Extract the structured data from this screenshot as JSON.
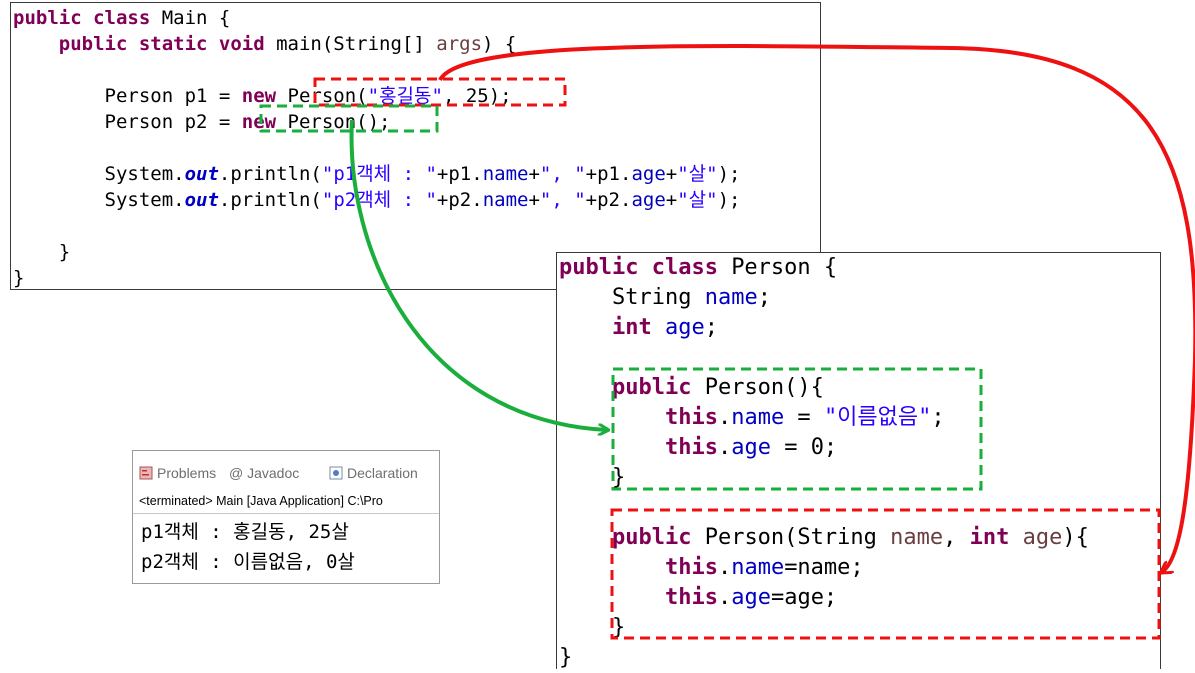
{
  "main_class": {
    "lines": [
      [
        {
          "t": "public class ",
          "s": "kw"
        },
        {
          "t": "Main {",
          "s": "plain"
        }
      ],
      [
        {
          "t": "    public static void ",
          "s": "kw"
        },
        {
          "t": "main(String[] ",
          "s": "plain"
        },
        {
          "t": "args",
          "s": "par"
        },
        {
          "t": ") {",
          "s": "plain"
        }
      ],
      [
        {
          "t": "",
          "s": "plain"
        }
      ],
      [
        {
          "t": "        Person p1 = ",
          "s": "plain"
        },
        {
          "t": "new",
          "s": "kw"
        },
        {
          "t": " Person(",
          "s": "plain"
        },
        {
          "t": "\"홍길동\"",
          "s": "str"
        },
        {
          "t": ", 25);",
          "s": "plain"
        }
      ],
      [
        {
          "t": "        Person p2 = ",
          "s": "plain"
        },
        {
          "t": "new",
          "s": "kw"
        },
        {
          "t": " Person();",
          "s": "plain"
        }
      ],
      [
        {
          "t": "",
          "s": "plain"
        }
      ],
      [
        {
          "t": "        System.",
          "s": "plain"
        },
        {
          "t": "out",
          "s": "ital"
        },
        {
          "t": ".println(",
          "s": "plain"
        },
        {
          "t": "\"p1객체 : \"",
          "s": "str"
        },
        {
          "t": "+p1.",
          "s": "plain"
        },
        {
          "t": "name",
          "s": "fld"
        },
        {
          "t": "+",
          "s": "plain"
        },
        {
          "t": "\", \"",
          "s": "str"
        },
        {
          "t": "+p1.",
          "s": "plain"
        },
        {
          "t": "age",
          "s": "fld"
        },
        {
          "t": "+",
          "s": "plain"
        },
        {
          "t": "\"살\"",
          "s": "str"
        },
        {
          "t": ");",
          "s": "plain"
        }
      ],
      [
        {
          "t": "        System.",
          "s": "plain"
        },
        {
          "t": "out",
          "s": "ital"
        },
        {
          "t": ".println(",
          "s": "plain"
        },
        {
          "t": "\"p2객체 : \"",
          "s": "str"
        },
        {
          "t": "+p2.",
          "s": "plain"
        },
        {
          "t": "name",
          "s": "fld"
        },
        {
          "t": "+",
          "s": "plain"
        },
        {
          "t": "\", \"",
          "s": "str"
        },
        {
          "t": "+p2.",
          "s": "plain"
        },
        {
          "t": "age",
          "s": "fld"
        },
        {
          "t": "+",
          "s": "plain"
        },
        {
          "t": "\"살\"",
          "s": "str"
        },
        {
          "t": ");",
          "s": "plain"
        }
      ],
      [
        {
          "t": "",
          "s": "plain"
        }
      ],
      [
        {
          "t": "    }",
          "s": "plain"
        }
      ],
      [
        {
          "t": "}",
          "s": "plain"
        }
      ]
    ]
  },
  "person_class": {
    "lines": [
      [
        {
          "t": "public class ",
          "s": "kw"
        },
        {
          "t": "Person {",
          "s": "plain"
        }
      ],
      [
        {
          "t": "    String ",
          "s": "plain"
        },
        {
          "t": "name",
          "s": "fld"
        },
        {
          "t": ";",
          "s": "plain"
        }
      ],
      [
        {
          "t": "    int ",
          "s": "kw"
        },
        {
          "t": "age",
          "s": "fld"
        },
        {
          "t": ";",
          "s": "plain"
        }
      ],
      [
        {
          "t": "",
          "s": "plain"
        }
      ],
      [
        {
          "t": "    public ",
          "s": "kw"
        },
        {
          "t": "Person(){",
          "s": "plain"
        }
      ],
      [
        {
          "t": "        this",
          "s": "kw"
        },
        {
          "t": ".",
          "s": "plain"
        },
        {
          "t": "name",
          "s": "fld"
        },
        {
          "t": " = ",
          "s": "plain"
        },
        {
          "t": "\"이름없음\"",
          "s": "str"
        },
        {
          "t": ";",
          "s": "plain"
        }
      ],
      [
        {
          "t": "        this",
          "s": "kw"
        },
        {
          "t": ".",
          "s": "plain"
        },
        {
          "t": "age",
          "s": "fld"
        },
        {
          "t": " = 0;",
          "s": "plain"
        }
      ],
      [
        {
          "t": "    }",
          "s": "plain"
        }
      ],
      [
        {
          "t": "",
          "s": "plain"
        }
      ],
      [
        {
          "t": "    public ",
          "s": "kw"
        },
        {
          "t": "Person(String ",
          "s": "plain"
        },
        {
          "t": "name",
          "s": "par"
        },
        {
          "t": ", ",
          "s": "plain"
        },
        {
          "t": "int ",
          "s": "kw"
        },
        {
          "t": "age",
          "s": "par"
        },
        {
          "t": "){",
          "s": "plain"
        }
      ],
      [
        {
          "t": "        this",
          "s": "kw"
        },
        {
          "t": ".",
          "s": "plain"
        },
        {
          "t": "name",
          "s": "fld"
        },
        {
          "t": "=name;",
          "s": "plain"
        }
      ],
      [
        {
          "t": "        this",
          "s": "kw"
        },
        {
          "t": ".",
          "s": "plain"
        },
        {
          "t": "age",
          "s": "fld"
        },
        {
          "t": "=age;",
          "s": "plain"
        }
      ],
      [
        {
          "t": "    }",
          "s": "plain"
        }
      ],
      [
        {
          "t": "}",
          "s": "plain"
        }
      ]
    ]
  },
  "console": {
    "tabs": {
      "problems": "Problems",
      "javadoc": "@ Javadoc",
      "declaration": "Declaration"
    },
    "status": "<terminated> Main [Java Application] C:\\Pro",
    "output": [
      "p1객체 : 홍길동, 25살",
      "p2객체 : 이름없음, 0살"
    ]
  },
  "colors": {
    "keyword": "#7f0055",
    "field": "#0000c0",
    "string": "#2a00ff",
    "param": "#6a3e3e",
    "arrow_green": "#1aae3c",
    "arrow_red": "#ee1111"
  }
}
